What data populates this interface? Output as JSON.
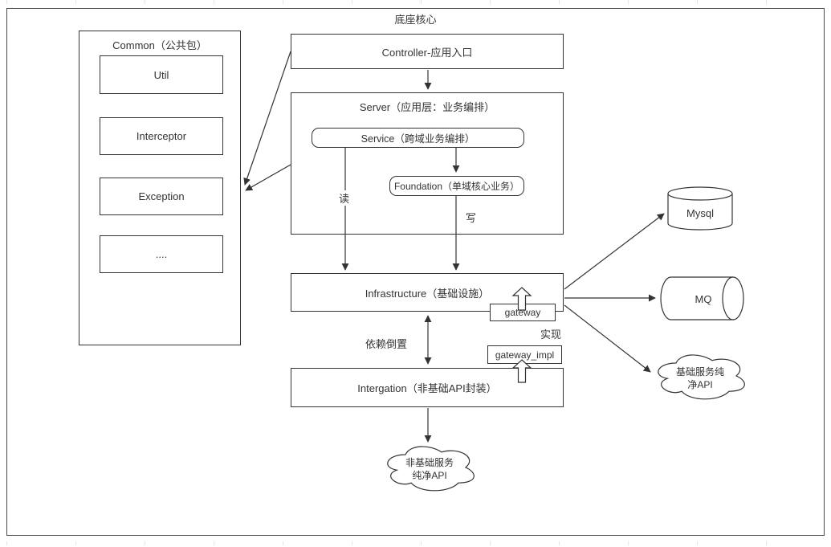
{
  "colors": {
    "stroke": "#333333",
    "background": "#ffffff"
  },
  "diagram": {
    "title": "底座核心",
    "common": {
      "title": "Common（公共包）",
      "items": [
        {
          "label": "Util"
        },
        {
          "label": "Interceptor"
        },
        {
          "label": "Exception"
        },
        {
          "label": "...."
        }
      ]
    },
    "controller": {
      "label": "Controller-应用入口"
    },
    "server": {
      "title": "Server（应用层：业务编排）",
      "service": {
        "label": "Service（跨域业务编排）"
      },
      "foundation": {
        "label": "Foundation（单域核心业务）"
      }
    },
    "infrastructure": {
      "label": "Infrastructure（基础设施）"
    },
    "gateway": {
      "label": "gateway"
    },
    "gateway_impl": {
      "label": "gateway_impl"
    },
    "intergation": {
      "label": "Intergation（非基础API封装）"
    },
    "edge_labels": {
      "read": "读",
      "write": "写",
      "dependency_inversion": "依赖倒置",
      "implement": "实现"
    },
    "externals": {
      "mysql": {
        "label": "Mysql"
      },
      "mq": {
        "label": "MQ"
      },
      "base_api": {
        "label": "基础服务纯净API"
      },
      "non_base_api": {
        "label": "非基础服务纯净API"
      }
    }
  }
}
